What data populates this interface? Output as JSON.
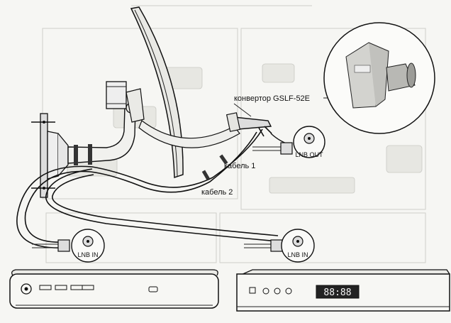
{
  "labels": {
    "converter": "конвертор GSLF-52E",
    "cable1": "кабель 1",
    "cable2": "кабель 2",
    "lnb_out": "LNB OUT",
    "lnb_in_left": "LNB IN",
    "lnb_in_right": "LNB IN",
    "receiver_display": "88:88"
  }
}
